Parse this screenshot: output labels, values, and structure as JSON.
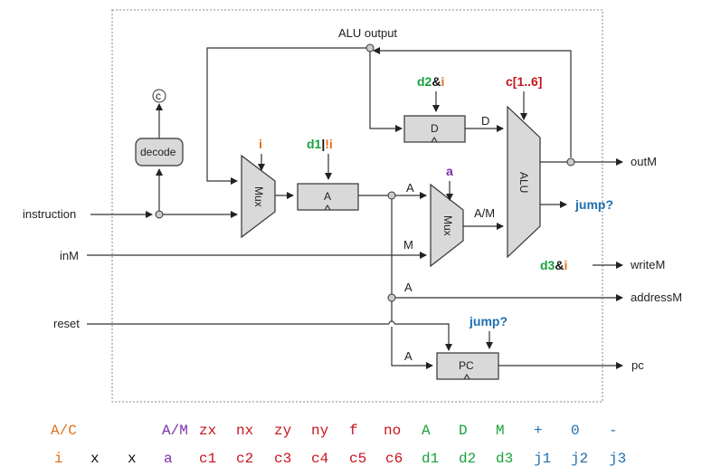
{
  "diagram": {
    "labels": {
      "alu_output": "ALU output",
      "instruction": "instruction",
      "inM": "inM",
      "reset": "reset",
      "outM": "outM",
      "writeM": "writeM",
      "addressM": "addressM",
      "pc": "pc",
      "jump_out": "jump?",
      "c_node": "c"
    },
    "blocks": {
      "decode": "decode",
      "mux1": "Mux",
      "a_reg": "A",
      "d_reg": "D",
      "mux2": "Mux",
      "alu": "ALU",
      "pc": "PC"
    },
    "wire_labels": {
      "d_out": "D",
      "a_out": "A",
      "am_out": "A/M",
      "m_in": "M",
      "a_address": "A",
      "a_pc": "A"
    },
    "annotations": {
      "mux1_sel": "i",
      "a_load_d1": "d1",
      "a_load_bar": "|",
      "a_load_not": "!i",
      "mux2_sel": "a",
      "d_load_d2": "d2",
      "d_load_amp": "&",
      "d_load_i": "i",
      "alu_ctrl": "c[1..6]",
      "write_d3": "d3",
      "write_amp": "&",
      "write_i": "i",
      "pc_jump": "jump?"
    },
    "colors": {
      "orange": "#e0701a",
      "green": "#1aa03c",
      "purple": "#7a2fa8",
      "red": "#c8141e",
      "blue": "#1f6fb0",
      "black": "#111111"
    }
  },
  "legend": {
    "row1": [
      {
        "text": "A/C",
        "color": "#e0701a"
      },
      {
        "text": "A/M",
        "color": "#7a2fa8"
      },
      {
        "text": "zx",
        "color": "#c8141e"
      },
      {
        "text": "nx",
        "color": "#c8141e"
      },
      {
        "text": "zy",
        "color": "#c8141e"
      },
      {
        "text": "ny",
        "color": "#c8141e"
      },
      {
        "text": "f",
        "color": "#c8141e"
      },
      {
        "text": "no",
        "color": "#c8141e"
      },
      {
        "text": "A",
        "color": "#1aa03c"
      },
      {
        "text": "D",
        "color": "#1aa03c"
      },
      {
        "text": "M",
        "color": "#1aa03c"
      },
      {
        "text": "+",
        "color": "#1f6fb0"
      },
      {
        "text": "0",
        "color": "#1f6fb0"
      },
      {
        "text": "-",
        "color": "#1f6fb0"
      }
    ],
    "row2": [
      {
        "text": "i",
        "color": "#e0701a"
      },
      {
        "text": "x",
        "color": "#111111"
      },
      {
        "text": "x",
        "color": "#111111"
      },
      {
        "text": "a",
        "color": "#7a2fa8"
      },
      {
        "text": "c1",
        "color": "#c8141e"
      },
      {
        "text": "c2",
        "color": "#c8141e"
      },
      {
        "text": "c3",
        "color": "#c8141e"
      },
      {
        "text": "c4",
        "color": "#c8141e"
      },
      {
        "text": "c5",
        "color": "#c8141e"
      },
      {
        "text": "c6",
        "color": "#c8141e"
      },
      {
        "text": "d1",
        "color": "#1aa03c"
      },
      {
        "text": "d2",
        "color": "#1aa03c"
      },
      {
        "text": "d3",
        "color": "#1aa03c"
      },
      {
        "text": "j1",
        "color": "#1f6fb0"
      },
      {
        "text": "j2",
        "color": "#1f6fb0"
      },
      {
        "text": "j3",
        "color": "#1f6fb0"
      }
    ]
  }
}
